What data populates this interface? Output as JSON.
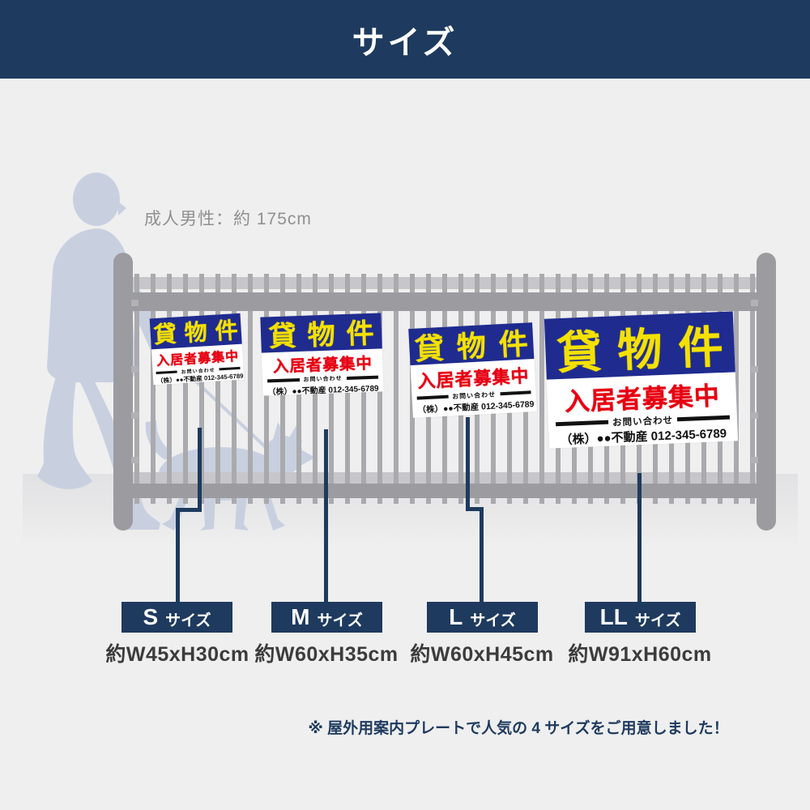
{
  "header": {
    "title": "サイズ"
  },
  "scale_reference": {
    "label": "成人男性：約 175cm"
  },
  "sign": {
    "title": "貸物件",
    "subtitle": "入居者募集中",
    "contact": "お問い合わせ",
    "phone_line": "（株）●●不動産 012-345-6789"
  },
  "sizes": [
    {
      "letter": "S",
      "suffix": "サイズ",
      "dimensions": "約W45xH30cm"
    },
    {
      "letter": "M",
      "suffix": "サイズ",
      "dimensions": "約W60xH35cm"
    },
    {
      "letter": "L",
      "suffix": "サイズ",
      "dimensions": "約W60xH45cm"
    },
    {
      "letter": "LL",
      "suffix": "サイズ",
      "dimensions": "約W91xH60cm"
    }
  ],
  "footer": {
    "note": "※ 屋外用案内プレートで人気の 4 サイズをご用意しました！"
  },
  "colors": {
    "navy": "#1e3a5e",
    "background": "#efefef",
    "fence_gray": "#9c9ca0",
    "fence_bar_gray": "#aaaaae",
    "silhouette": "#c8d0e0",
    "sign_blue": "#1f2b8f",
    "sign_yellow": "#f4e100",
    "sign_red": "#e60012"
  }
}
